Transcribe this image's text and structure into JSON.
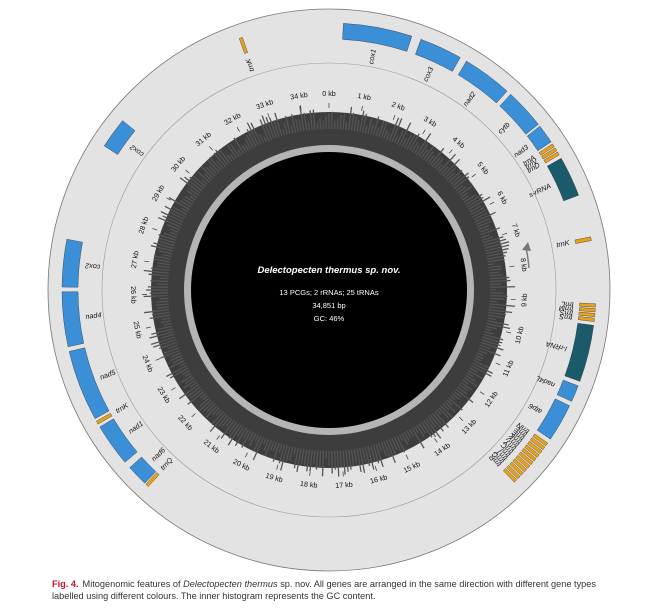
{
  "figure": {
    "center_title": "Delectopecten thermus sp. nov.",
    "line1": "13 PCGs; 2 rRNAs; 25 tRNAs",
    "line2": "34,851 bp",
    "line3": "GC: 46%",
    "colors": {
      "pcg": "#3a8fd6",
      "rrna": "#1a5a6a",
      "trna": "#e8a21a",
      "ring": "#e3e3e3",
      "core": "#000000",
      "gc_bars": "#555555"
    },
    "genome_kb": 34.851,
    "ticks": [
      {
        "kb": 0,
        "label": "0 kb"
      },
      {
        "kb": 1,
        "label": "1 kb"
      },
      {
        "kb": 2,
        "label": "2 kb"
      },
      {
        "kb": 3,
        "label": "3 kb"
      },
      {
        "kb": 4,
        "label": "4 kb"
      },
      {
        "kb": 5,
        "label": "5 kb"
      },
      {
        "kb": 6,
        "label": "6 kb"
      },
      {
        "kb": 7,
        "label": "7 kb"
      },
      {
        "kb": 8,
        "label": "8 kb"
      },
      {
        "kb": 9,
        "label": "9 kb"
      },
      {
        "kb": 10,
        "label": "10 kb"
      },
      {
        "kb": 11,
        "label": "11 kb"
      },
      {
        "kb": 12,
        "label": "12 kb"
      },
      {
        "kb": 13,
        "label": "13 kb"
      },
      {
        "kb": 14,
        "label": "14 kb"
      },
      {
        "kb": 15,
        "label": "15 kb"
      },
      {
        "kb": 16,
        "label": "16 kb"
      },
      {
        "kb": 17,
        "label": "17 kb"
      },
      {
        "kb": 18,
        "label": "18 kb"
      },
      {
        "kb": 19,
        "label": "19 kb"
      },
      {
        "kb": 20,
        "label": "20 kb"
      },
      {
        "kb": 21,
        "label": "21 kb"
      },
      {
        "kb": 22,
        "label": "22 kb"
      },
      {
        "kb": 23,
        "label": "23 kb"
      },
      {
        "kb": 24,
        "label": "24 kb"
      },
      {
        "kb": 25,
        "label": "25 kb"
      },
      {
        "kb": 26,
        "label": "26 kb"
      },
      {
        "kb": 27,
        "label": "27 kb"
      },
      {
        "kb": 28,
        "label": "28 kb"
      },
      {
        "kb": 29,
        "label": "29 kb"
      },
      {
        "kb": 30,
        "label": "30 kb"
      },
      {
        "kb": 31,
        "label": "31 kb"
      },
      {
        "kb": 32,
        "label": "32 kb"
      },
      {
        "kb": 33,
        "label": "33 kb"
      },
      {
        "kb": 34,
        "label": "34 kb"
      }
    ],
    "genes": [
      {
        "name": "cox1",
        "type": "pcg",
        "start": 0.3,
        "end": 1.75
      },
      {
        "name": "cox3",
        "type": "pcg",
        "start": 1.95,
        "end": 2.85
      },
      {
        "name": "nad2",
        "type": "pcg",
        "start": 3.0,
        "end": 4.05
      },
      {
        "name": "cytb",
        "type": "pcg",
        "start": 4.15,
        "end": 5.0
      },
      {
        "name": "nad3",
        "type": "pcg",
        "start": 5.05,
        "end": 5.45
      },
      {
        "name": "trnA",
        "type": "trna",
        "start": 5.5,
        "end": 5.57
      },
      {
        "name": "trnV",
        "type": "trna",
        "start": 5.6,
        "end": 5.67
      },
      {
        "name": "trnD",
        "type": "trna",
        "start": 5.7,
        "end": 5.77
      },
      {
        "name": "s-rRNA",
        "type": "rrna",
        "start": 5.85,
        "end": 6.7
      },
      {
        "name": "trnK",
        "type": "trna",
        "start": 7.6,
        "end": 7.68
      },
      {
        "name": "trnL",
        "type": "trna",
        "start": 9.0,
        "end": 9.07
      },
      {
        "name": "trnM",
        "type": "trna",
        "start": 9.1,
        "end": 9.17
      },
      {
        "name": "trnS",
        "type": "trna",
        "start": 9.2,
        "end": 9.27
      },
      {
        "name": "trnS",
        "type": "trna",
        "start": 9.3,
        "end": 9.37
      },
      {
        "name": "l-rRNA",
        "type": "rrna",
        "start": 9.45,
        "end": 10.65
      },
      {
        "name": "nad4L",
        "type": "pcg",
        "start": 10.75,
        "end": 11.1
      },
      {
        "name": "atp6",
        "type": "pcg",
        "start": 11.2,
        "end": 12.0
      },
      {
        "name": "trnN",
        "type": "trna",
        "start": 12.1,
        "end": 12.17
      },
      {
        "name": "trnE",
        "type": "trna",
        "start": 12.2,
        "end": 12.27
      },
      {
        "name": "trnF",
        "type": "trna",
        "start": 12.3,
        "end": 12.37
      },
      {
        "name": "trnK",
        "type": "trna",
        "start": 12.4,
        "end": 12.47
      },
      {
        "name": "trnV",
        "type": "trna",
        "start": 12.5,
        "end": 12.57
      },
      {
        "name": "trnY",
        "type": "trna",
        "start": 12.6,
        "end": 12.67
      },
      {
        "name": "trnC",
        "type": "trna",
        "start": 12.7,
        "end": 12.77
      },
      {
        "name": "trnI",
        "type": "trna",
        "start": 12.8,
        "end": 12.87
      },
      {
        "name": "trnT",
        "type": "trna",
        "start": 12.9,
        "end": 12.97
      },
      {
        "name": "trnG",
        "type": "trna",
        "start": 13.0,
        "end": 13.07
      },
      {
        "name": "trnR",
        "type": "trna",
        "start": 13.1,
        "end": 13.17
      },
      {
        "name": "trnQ",
        "type": "trna",
        "start": 21.55,
        "end": 21.62
      },
      {
        "name": "nad6",
        "type": "pcg",
        "start": 21.65,
        "end": 22.1
      },
      {
        "name": "nad1",
        "type": "pcg",
        "start": 22.25,
        "end": 23.15
      },
      {
        "name": "trnK",
        "type": "trna",
        "start": 23.22,
        "end": 23.29
      },
      {
        "name": "nad5",
        "type": "pcg",
        "start": 23.35,
        "end": 24.85
      },
      {
        "name": "nad4",
        "type": "pcg",
        "start": 24.95,
        "end": 26.1
      },
      {
        "name": "cox2",
        "type": "pcg",
        "start": 26.2,
        "end": 27.2
      },
      {
        "name": "cox2",
        "type": "pcg",
        "start": 29.3,
        "end": 29.95
      },
      {
        "name": "trnK",
        "type": "trna",
        "start": 32.95,
        "end": 33.02
      }
    ]
  },
  "caption": {
    "label": "Fig. 4.",
    "text_a": "Mitogenomic features of ",
    "species": "Delectopecten thermus",
    "text_b": " sp. nov. All genes are arranged in the same direction with different gene types labelled using different colours. The inner histogram represents the GC content."
  }
}
